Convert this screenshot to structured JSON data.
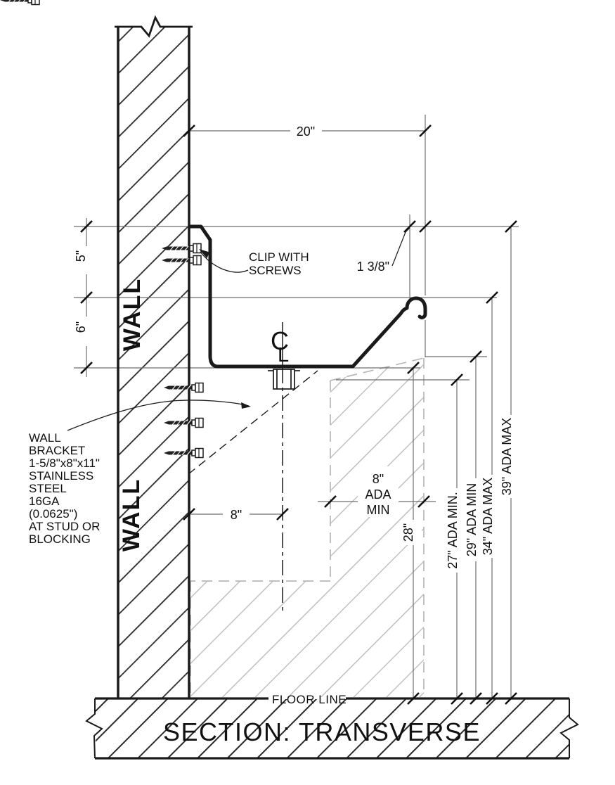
{
  "drawing": {
    "section_title": "SECTION: TRANSVERSE",
    "floor_line_label": "FLOOR LINE"
  },
  "wall": {
    "label_upper": "WALL",
    "label_lower": "WALL"
  },
  "notes": {
    "clip": {
      "line1": "CLIP WITH",
      "line2": "SCREWS"
    },
    "bracket": {
      "lines": [
        "WALL",
        "BRACKET",
        "1-5/8\"x8\"x11\"",
        "STAINLESS",
        "STEEL",
        "16GA",
        "(0.0625\")",
        "AT STUD OR",
        "BLOCKING"
      ]
    }
  },
  "dimensions": {
    "top_width": "20\"",
    "backsplash_height": "5\"",
    "bowl_depth": "6\"",
    "rim_roll_offset": "1 3/8\"",
    "drain_offset": "8\"",
    "knee_clearance": {
      "line1": "8\"",
      "line2": "ADA",
      "line3": "MIN"
    },
    "underside_height": "28\"",
    "ada_27": "27\" ADA MIN.",
    "ada_29": "29\" ADA MIN",
    "ada_34": "34\" ADA MAX",
    "ada_39": "39\" ADA MAX"
  },
  "centerline_symbol": {
    "c": "C",
    "l": "L"
  },
  "colors": {
    "line_black": "#1a1a1a",
    "dim_gray": "#6e6e6e",
    "zone_gray": "#bdbdbd",
    "background": "#ffffff"
  }
}
